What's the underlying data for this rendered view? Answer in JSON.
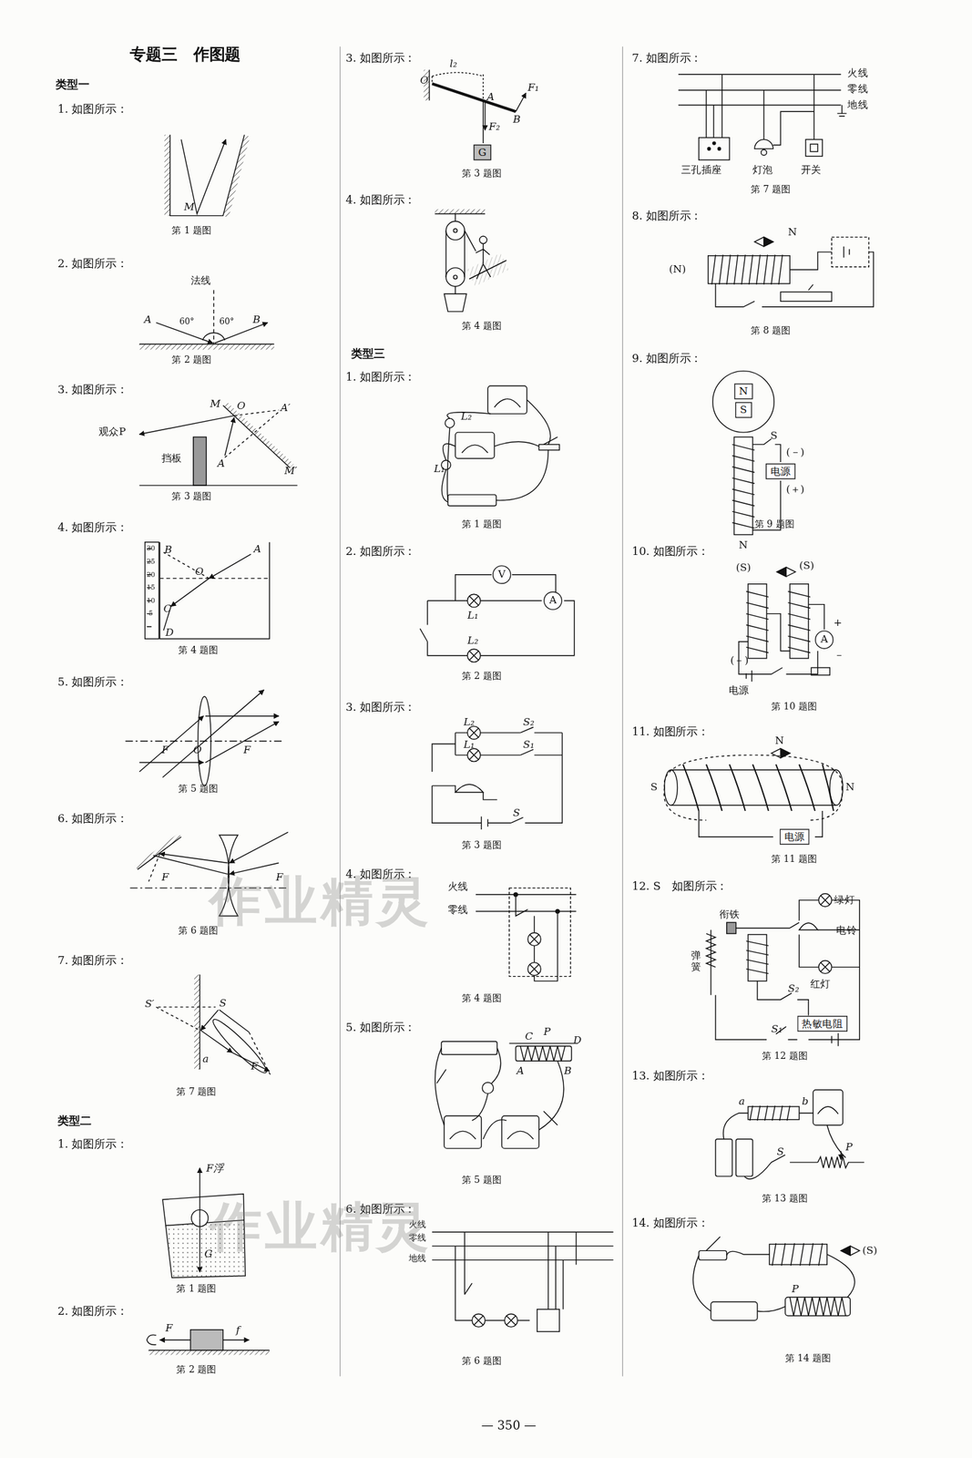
{
  "diagram": {
    "title": "专题三　作图题",
    "nodes": [
      {
        "text": [
          "G"
        ]
      },
      {
        "text": [
          "V"
        ]
      },
      {
        "text": [
          "A"
        ]
      },
      {
        "text": [
          "N"
        ]
      },
      {
        "text": [
          "S"
        ]
      },
      {
        "text": [
          "电源"
        ]
      },
      {
        "text": [
          "A"
        ]
      },
      {
        "text": [
          "电源"
        ]
      },
      {
        "text": [
          "热敏电阻"
        ]
      }
    ],
    "labels": [
      "类型一",
      "1. 如图所示：",
      "M",
      "第 1 题图",
      "2. 如图所示：",
      "法线",
      "A",
      "60°",
      "60°",
      "B",
      "第 2 题图",
      "3. 如图所示：",
      "M",
      "O",
      "A′",
      "观众P",
      "挡板",
      "A",
      "M′",
      "第 3 题图",
      "4. 如图所示：",
      "30",
      "25",
      "20",
      "15",
      "10",
      "5",
      "B",
      "A",
      "O",
      "C",
      "D",
      "第 4 题图",
      "5. 如图所示：",
      "F",
      "O",
      "F",
      "第 5 题图",
      "6. 如图所示：",
      "F",
      "F",
      "第 6 题图",
      "7. 如图所示：",
      "S′",
      "S",
      "a",
      "F",
      "第 7 题图",
      "类型二",
      "1. 如图所示：",
      "F浮",
      "G",
      "第 1 题图",
      "2. 如图所示：",
      "F",
      "f",
      "第 2 题图",
      "3. 如图所示：",
      "O",
      "l₂",
      "A",
      "F₁",
      "B",
      "F₂",
      "第 3 题图",
      "4. 如图所示：",
      "第 4 题图",
      "类型三",
      "1. 如图所示：",
      "L₂",
      "L₁",
      "第 1 题图",
      "2. 如图所示：",
      "L₁",
      "L₂",
      "第 2 题图",
      "3. 如图所示：",
      "L₂",
      "S₂",
      "L₁",
      "S₁",
      "S",
      "第 3 题图",
      "4. 如图所示：",
      "火线",
      "零线",
      "第 4 题图",
      "5. 如图所示：",
      "C",
      "P",
      "D",
      "A",
      "B",
      "第 5 题图",
      "6. 如图所示：",
      "火线",
      "零线",
      "地线",
      "第 6 题图",
      "7. 如图所示：",
      "火线",
      "零线",
      "地线",
      "三孔插座",
      "灯泡",
      "开关",
      "第 7 题图",
      "8. 如图所示：",
      "N",
      "(N)",
      "第 8 题图",
      "9. 如图所示：",
      "S",
      "(－)",
      "(＋)",
      "N",
      "第 9 题图",
      "10. 如图所示：",
      "(S)",
      "(S)",
      "+",
      "－",
      "(－)",
      "电源",
      "第 10 题图",
      "11. 如图所示：",
      "N",
      "S",
      "N",
      "第 11 题图",
      "12. S　如图所示：",
      "衔铁",
      "绿灯",
      "电铃",
      "弹簧",
      "S₂",
      "红灯",
      "S₁",
      "第 12 题图",
      "13. 如图所示：",
      "a",
      "b",
      "S",
      "P",
      "第 13 题图",
      "14. 如图所示：",
      "(S)",
      "P",
      "第 14 题图",
      "— 350 —",
      "作业精灵",
      "作业精灵"
    ]
  }
}
